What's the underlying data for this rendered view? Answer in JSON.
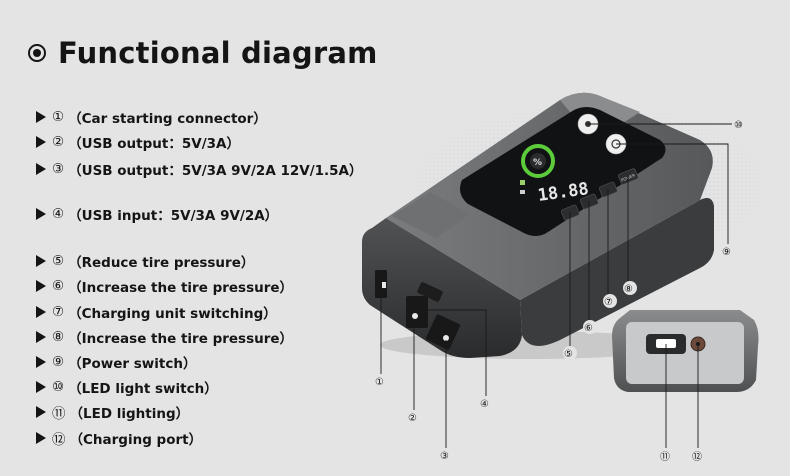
{
  "title": "Functional diagram",
  "items": [
    {
      "num": "①",
      "text": "（Car starting connector）"
    },
    {
      "num": "②",
      "text": "（USB output：5V/3A）"
    },
    {
      "num": "③",
      "text": "（USB output：5V/3A 9V/2A 12V/1.5A）"
    },
    {
      "num": "④",
      "text": "（USB input：5V/3A 9V/2A）"
    },
    {
      "num": "⑤",
      "text": "（Reduce tire pressure）"
    },
    {
      "num": "⑥",
      "text": "（Increase the tire pressure）"
    },
    {
      "num": "⑦",
      "text": "（Charging unit switching）"
    },
    {
      "num": "⑧",
      "text": "（Increase the tire pressure）"
    },
    {
      "num": "⑨",
      "text": "（Power switch）"
    },
    {
      "num": "⑩",
      "text": "（LED light switch）"
    },
    {
      "num": "⑪",
      "text": "（LED lighting）"
    },
    {
      "num": "⑫",
      "text": "（Charging port）"
    }
  ],
  "device": {
    "display_reading": "18.88",
    "display_percent": "%",
    "power_button_label": "POWER"
  },
  "callouts": [
    "①",
    "②",
    "③",
    "④",
    "⑤",
    "⑥",
    "⑦",
    "⑧",
    "⑨",
    "⑩",
    "⑪",
    "⑫"
  ],
  "colors": {
    "background": "#e4e4e4",
    "text": "#151515",
    "device_body": "#4a4c4e",
    "screen": "#101214",
    "indicator_ring": "#5ccc3a"
  }
}
